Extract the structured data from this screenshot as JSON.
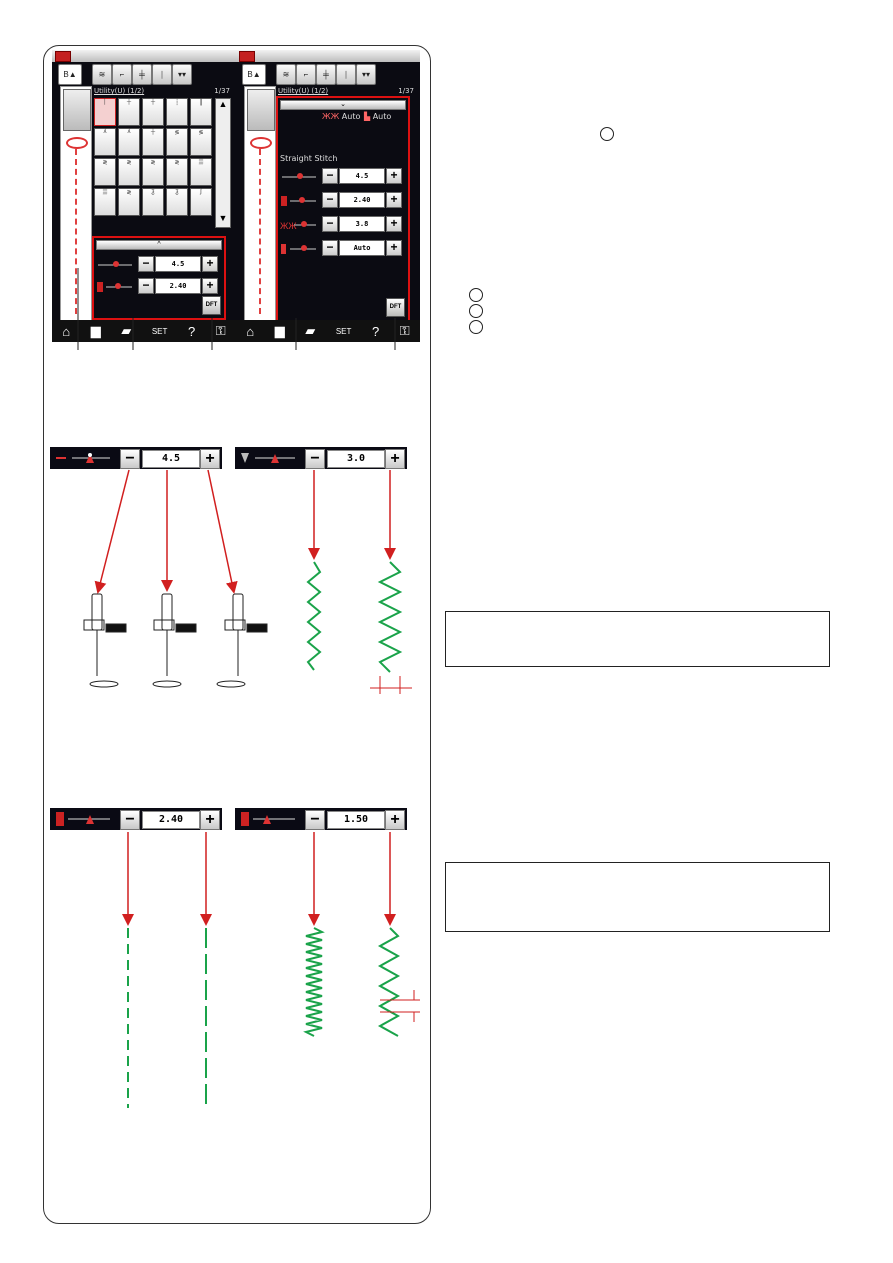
{
  "screen1": {
    "title": "Utility(U) (1/2)",
    "page": "1/37",
    "stitch_length": "4.5",
    "stitch_width": "2.40",
    "dft": "DFT"
  },
  "screen2": {
    "title": "Utility(U) (1/2)",
    "page": "1/37",
    "auto_a": "Auto",
    "auto_b": "Auto",
    "section": "Straight Stitch",
    "rows": [
      "4.5",
      "2.40",
      "3.8",
      "Auto"
    ],
    "dft": "DFT"
  },
  "set_label": "SET",
  "help_label": "?",
  "ctrl_needle": "4.5",
  "ctrl_width": "3.0",
  "ctrl_length_a": "2.40",
  "ctrl_length_b": "1.50",
  "minus": "−",
  "plus": "+",
  "caret_up": "^",
  "caret_down": "⌄",
  "colors": {
    "accent_red": "#d11f1f",
    "stitch_green": "#1aa34a"
  }
}
